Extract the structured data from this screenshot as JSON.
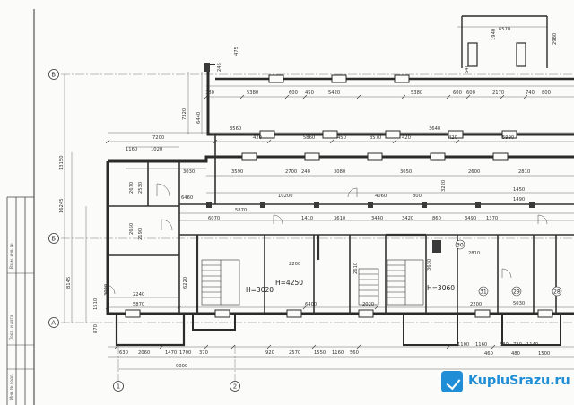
{
  "axes": {
    "rows": [
      "В",
      "Б",
      "А"
    ],
    "cols": [
      "1",
      "2"
    ]
  },
  "heights": {
    "h1": "H=3020",
    "h2": "H=4250",
    "h3": "H=3060"
  },
  "room_numbers": [
    "31",
    "29",
    "28",
    "30"
  ],
  "dims_top": [
    "6570",
    "2980",
    "1940",
    "540",
    "245",
    "475",
    "180",
    "5380",
    "600",
    "450",
    "5420",
    "5380",
    "600",
    "600",
    "2170",
    "740",
    "800"
  ],
  "dims_mid": [
    "7200",
    "3560",
    "420",
    "5860",
    "450",
    "3570",
    "420",
    "3640",
    "420",
    "5990",
    "1160",
    "1020",
    "3030",
    "3590",
    "2700",
    "240",
    "3080",
    "3650",
    "2600",
    "2810",
    "10200",
    "4060",
    "800",
    "3220",
    "1450",
    "1490",
    "5870",
    "6070",
    "1410",
    "3610",
    "3440",
    "3420",
    "860",
    "3490",
    "1370",
    "6460",
    "2200",
    "2610",
    "3630",
    "5030",
    "2810"
  ],
  "dims_bottom": [
    "2240",
    "5870",
    "6400",
    "2020",
    "2200",
    "3020",
    "630",
    "2060",
    "1470",
    "1700",
    "370",
    "920",
    "2570",
    "1550",
    "1160",
    "560",
    "1100",
    "1160",
    "880",
    "720",
    "1140",
    "9000",
    "460",
    "480",
    "1500"
  ],
  "dims_left": [
    "13150",
    "16245",
    "6440",
    "7320",
    "8145",
    "6220",
    "2670",
    "2530",
    "2190",
    "2650",
    "1510",
    "870"
  ],
  "stamp": [
    "Взам. инв. №",
    "Подп. и дата",
    "Инв. № подл."
  ],
  "watermark": "KupluSrazu.ru"
}
